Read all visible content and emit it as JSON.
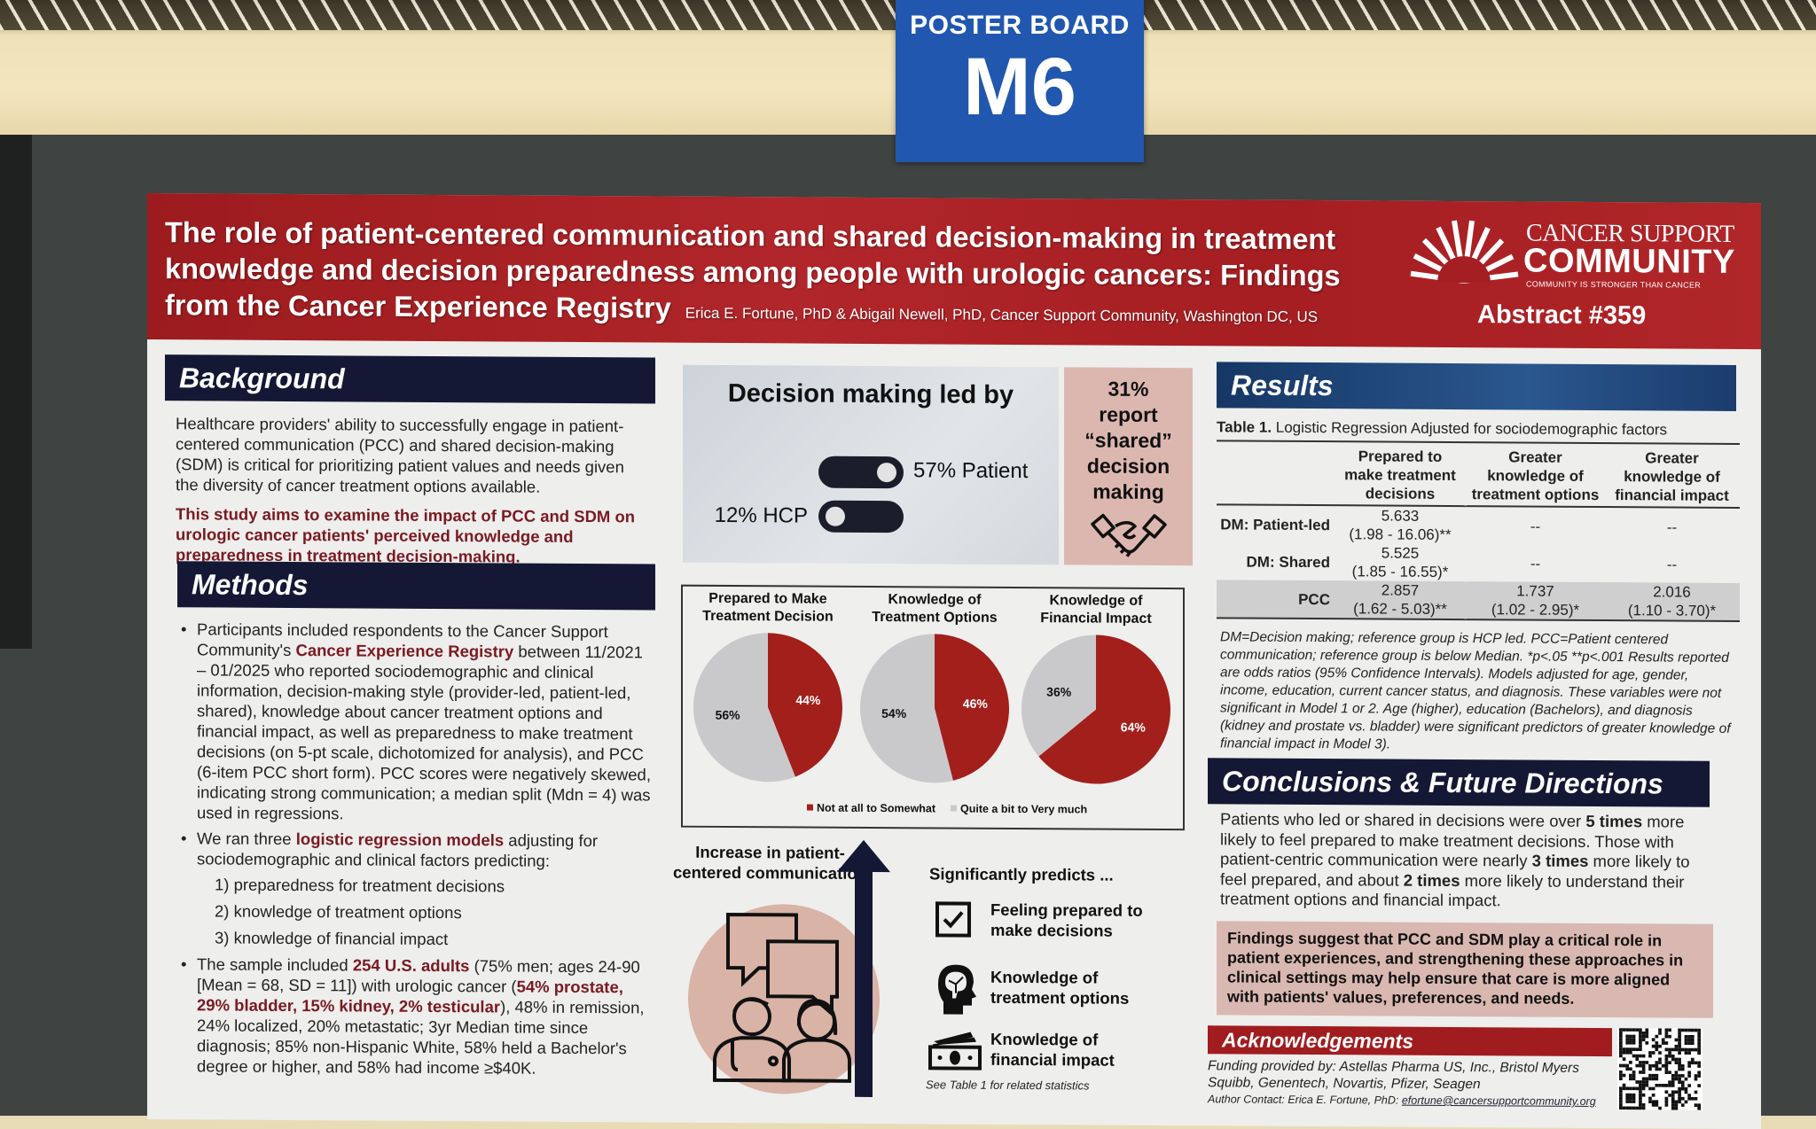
{
  "sign": {
    "label": "POSTER BOARD",
    "board_id": "M6",
    "color": "#2157ae"
  },
  "header": {
    "title": "The role of patient-centered communication and shared decision-making in treatment knowledge and decision preparedness among people with urologic cancers: Findings from the Cancer Experience Registry",
    "authors": "Erica E. Fortune, PhD & Abigail Newell, PhD, Cancer Support Community, Washington DC, US",
    "logo": {
      "line1": "CANCER SUPPORT",
      "line2": "COMMUNITY",
      "tagline": "COMMUNITY IS STRONGER THAN CANCER"
    },
    "abstract": "Abstract #359",
    "color": "#a51e22"
  },
  "background": {
    "heading": "Background",
    "text": "Healthcare providers' ability to successfully engage in patient-centered communication (PCC) and shared decision-making (SDM) is critical for prioritizing patient values and needs given the diversity of cancer treatment options available.",
    "aim": "This study aims to examine the impact of PCC and SDM on urologic cancer patients' perceived knowledge and preparedness in treatment decision-making."
  },
  "methods": {
    "heading": "Methods",
    "bullets": [
      [
        [
          "Participants included respondents to the Cancer Support Community's ",
          ""
        ],
        [
          "Cancer Experience Registry",
          "em"
        ],
        [
          " between 11/2021 – 01/2025 who reported sociodemographic and clinical information, decision-making style (provider-led, patient-led, shared), knowledge about cancer treatment options and financial impact, as well as preparedness to make treatment decisions (on 5-pt scale, dichotomized for analysis), and PCC (6-item PCC short form). PCC scores were negatively skewed, indicating strong communication; a median split (Mdn = 4) was used in regressions.",
          ""
        ]
      ],
      [
        [
          "We ran three ",
          ""
        ],
        [
          "logistic regression models",
          "em"
        ],
        [
          " adjusting for sociodemographic and clinical factors predicting:",
          ""
        ]
      ],
      [
        [
          "The sample included ",
          ""
        ],
        [
          "254 U.S. adults",
          "em"
        ],
        [
          " (75% men; ages 24-90 [Mean = 68, SD = 11]) with urologic cancer (",
          ""
        ],
        [
          "54% prostate, 29% bladder, 15% kidney, 2% testicular",
          "em"
        ],
        [
          "), 48% in remission, 24% localized, 20% metastatic; 3yr Median time since diagnosis; 85% non-Hispanic White, 58% held a Bachelor's degree or higher, and 58% had income ≥$40K.",
          ""
        ]
      ]
    ],
    "models": [
      "1)  preparedness for treatment decisions",
      "2)  knowledge of treatment options",
      "3)  knowledge of financial impact"
    ]
  },
  "decision": {
    "title": "Decision making led by",
    "patient": {
      "label": "57% Patient",
      "value": 57
    },
    "hcp": {
      "label": "12% HCP",
      "value": 12
    },
    "shared_lines": [
      "31%",
      "report",
      "“shared”",
      "decision",
      "making"
    ],
    "shared_value": 31
  },
  "chart_data": [
    {
      "type": "pie",
      "title": "Prepared to Make Treatment Decision",
      "labels": [
        "Not at all to Somewhat",
        "Quite a bit to Very much"
      ],
      "values": [
        44,
        56
      ],
      "colors": [
        "#a31f1c",
        "#c9c9cb"
      ]
    },
    {
      "type": "pie",
      "title": "Knowledge of Treatment Options",
      "labels": [
        "Not at all to Somewhat",
        "Quite a bit to Very much"
      ],
      "values": [
        46,
        54
      ],
      "colors": [
        "#a31f1c",
        "#c9c9cb"
      ]
    },
    {
      "type": "pie",
      "title": "Knowledge of Financial Impact",
      "labels": [
        "Not at all to Somewhat",
        "Quite a bit to Very much"
      ],
      "values": [
        64,
        36
      ],
      "colors": [
        "#a31f1c",
        "#c9c9cb"
      ]
    }
  ],
  "pie_legend": [
    "Not at all to Somewhat",
    "Quite a bit to Very much"
  ],
  "pcc": {
    "label": "Increase in patient-centered communication",
    "predicts": "Significantly predicts ...",
    "items": [
      {
        "icon": "checkbox-icon",
        "label": "Feeling prepared to make decisions"
      },
      {
        "icon": "brain-head-icon",
        "label": "Knowledge of treatment options"
      },
      {
        "icon": "money-icon",
        "label": "Knowledge of financial impact"
      }
    ],
    "note": "See Table 1 for related statistics"
  },
  "results": {
    "heading": "Results",
    "table_caption_bold": "Table 1.",
    "table_caption": " Logistic Regression Adjusted for sociodemographic factors",
    "columns": [
      "",
      "Prepared to make treatment decisions",
      "Greater knowledge of treatment options",
      "Greater knowledge of financial impact"
    ],
    "rows": [
      {
        "label": "DM: Patient-led",
        "cells": [
          [
            "5.633",
            "(1.98 - 16.06)**"
          ],
          [
            "--"
          ],
          [
            "--"
          ]
        ]
      },
      {
        "label": "DM: Shared",
        "cells": [
          [
            "5.525",
            "(1.85 - 16.55)*"
          ],
          [
            "--"
          ],
          [
            "--"
          ]
        ]
      },
      {
        "label": "PCC",
        "cells": [
          [
            "2.857",
            "(1.62 - 5.03)**"
          ],
          [
            "1.737",
            "(1.02 - 2.95)*"
          ],
          [
            "2.016",
            "(1.10 - 3.70)*"
          ]
        ]
      }
    ],
    "notes": "DM=Decision making; reference group is HCP led. PCC=Patient centered communication; reference group is below Median. *p<.05 **p<.001 Results reported are odds ratios (95% Confidence Intervals). Models adjusted for age, gender, income, education, current cancer status, and diagnosis. These variables were not significant in Model 1 or 2. Age (higher), education (Bachelors), and diagnosis (kidney and prostate vs. bladder) were significant predictors of greater knowledge of financial impact in Model 3)."
  },
  "conclusions": {
    "heading": "Conclusions & Future Directions",
    "text": [
      [
        "Patients who led or shared in decisions were over ",
        ""
      ],
      [
        "5 times",
        "bold"
      ],
      [
        " more likely to feel prepared to make treatment decisions. Those with patient-centric communication were nearly ",
        ""
      ],
      [
        "3 times",
        "bold"
      ],
      [
        " more likely to feel prepared, and about ",
        ""
      ],
      [
        "2 times",
        "bold"
      ],
      [
        " more likely to understand their treatment options and financial impact.",
        ""
      ]
    ],
    "finding": "Findings suggest that PCC and SDM play a critical role in patient experiences, and strengthening these approaches in clinical settings may help ensure that care is more aligned with patients' values, preferences, and needs."
  },
  "acknowledgements": {
    "heading": "Acknowledgements",
    "funding": "Funding provided by: Astellas Pharma US, Inc., Bristol Myers Squibb, Genentech, Novartis, Pfizer, Seagen",
    "contact_label": "Author Contact: Erica E. Fortune, PhD: ",
    "email": "efortune@cancersupportcommunity.org"
  }
}
